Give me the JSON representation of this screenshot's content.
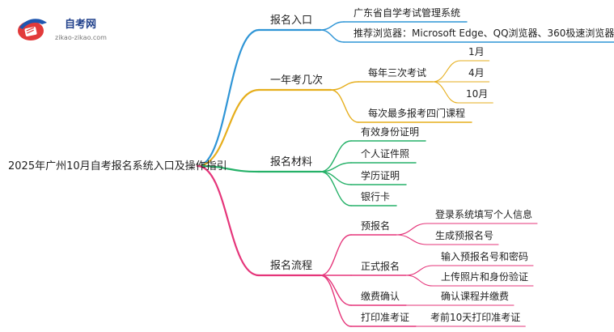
{
  "logo": {
    "title": "自考网",
    "subtitle": "zikao-zikao.com"
  },
  "root": "2025年广州10月自考报名系统入口及操作指引",
  "branches": [
    {
      "label": "报名入口",
      "color": "#2f95d6",
      "children": [
        {
          "label": "广东省自学考试管理系统"
        },
        {
          "label": "推荐浏览器：Microsoft Edge、QQ浏览器、360极速浏览器"
        }
      ]
    },
    {
      "label": "一年考几次",
      "color": "#e6ae1c",
      "children": [
        {
          "label": "每年三次考试",
          "children": [
            {
              "label": "1月"
            },
            {
              "label": "4月"
            },
            {
              "label": "10月"
            }
          ]
        },
        {
          "label": "每次最多报考四门课程"
        }
      ]
    },
    {
      "label": "报名材料",
      "color": "#25b168",
      "children": [
        {
          "label": "有效身份证明"
        },
        {
          "label": "个人证件照"
        },
        {
          "label": "学历证明"
        },
        {
          "label": "银行卡"
        }
      ]
    },
    {
      "label": "报名流程",
      "color": "#e5357a",
      "children": [
        {
          "label": "预报名",
          "children": [
            {
              "label": "登录系统填写个人信息"
            },
            {
              "label": "生成预报名号"
            }
          ]
        },
        {
          "label": "正式报名",
          "children": [
            {
              "label": "输入预报名号和密码"
            },
            {
              "label": "上传照片和身份验证"
            }
          ]
        },
        {
          "label": "缴费确认",
          "children": [
            {
              "label": "确认课程并缴费"
            }
          ]
        },
        {
          "label": "打印准考证",
          "children": [
            {
              "label": "考前10天打印准考证"
            }
          ]
        }
      ]
    }
  ]
}
